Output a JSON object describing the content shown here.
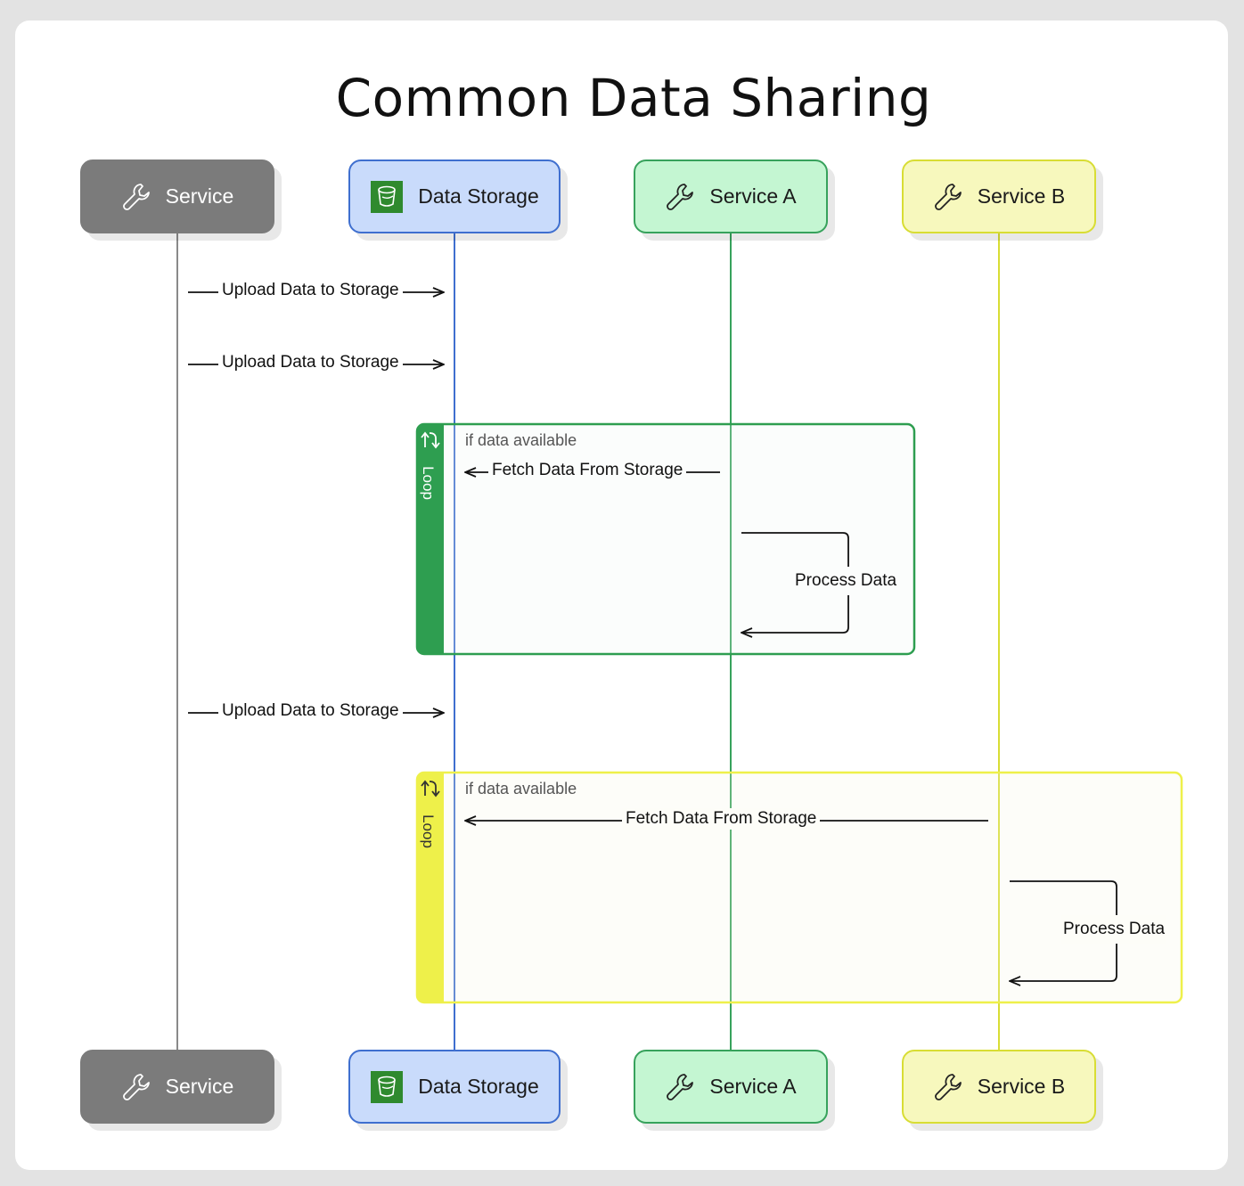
{
  "title": "Common Data Sharing",
  "participants": [
    {
      "id": "service",
      "label": "Service",
      "icon": "wrench-icon",
      "color": "#7b7b7b"
    },
    {
      "id": "storage",
      "label": "Data Storage",
      "icon": "bucket-icon",
      "color": "#3f6fcf"
    },
    {
      "id": "service_a",
      "label": "Service A",
      "icon": "wrench-icon",
      "color": "#37a25c"
    },
    {
      "id": "service_b",
      "label": "Service B",
      "icon": "wrench-icon",
      "color": "#d8dd34"
    }
  ],
  "messages": [
    {
      "from": "Service",
      "to": "Data Storage",
      "label": "Upload Data to Storage"
    },
    {
      "from": "Service",
      "to": "Data Storage",
      "label": "Upload Data to Storage"
    },
    {
      "from": "Service A",
      "to": "Data Storage",
      "label": "Fetch Data From Storage"
    },
    {
      "from": "Service A",
      "to": "Service A",
      "label": "Process Data"
    },
    {
      "from": "Service",
      "to": "Data Storage",
      "label": "Upload Data to Storage"
    },
    {
      "from": "Service B",
      "to": "Data Storage",
      "label": "Fetch Data From Storage"
    },
    {
      "from": "Service B",
      "to": "Service B",
      "label": "Process Data"
    }
  ],
  "loops": [
    {
      "tag": "Loop",
      "condition": "if data available",
      "color": "#2e9e50"
    },
    {
      "tag": "Loop",
      "condition": "if data available",
      "color": "#eef04a"
    }
  ]
}
